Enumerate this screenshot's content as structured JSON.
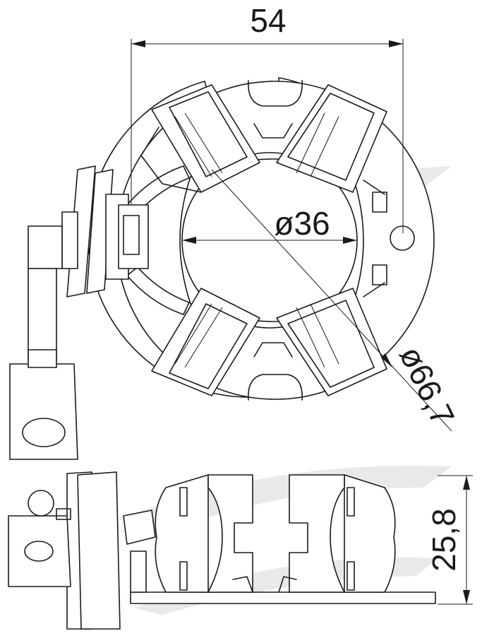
{
  "dimensions": {
    "width_label": "54",
    "inner_diameter_label": "ø36",
    "outer_diameter_label": "ø66,7",
    "height_label": "25,8"
  },
  "colors": {
    "line": "#1a1a1a",
    "background": "#ffffff",
    "watermark": "#e9e9e9"
  }
}
